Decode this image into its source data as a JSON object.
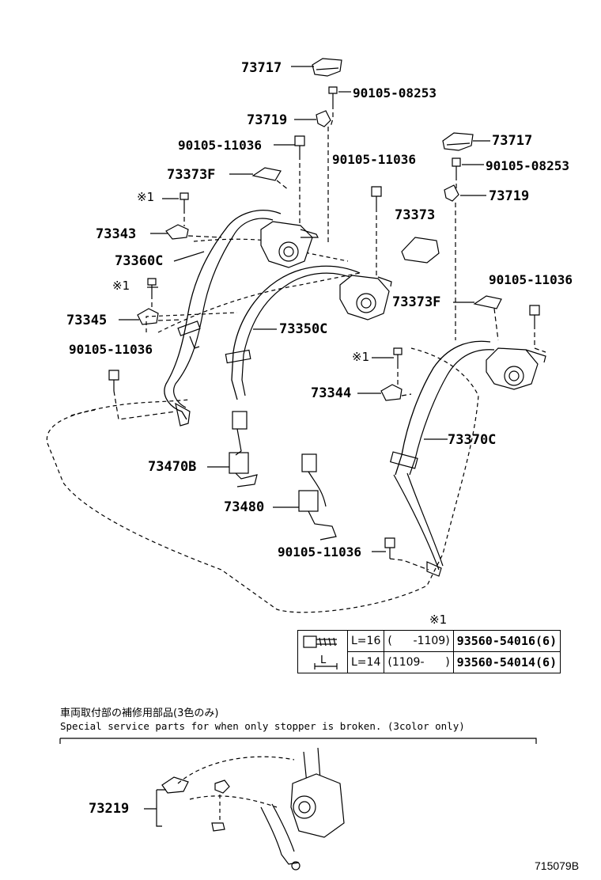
{
  "labels": {
    "l73717a": "73717",
    "l90105_08253a": "90105-08253",
    "l73719a": "73719",
    "l90105_11036a": "90105-11036",
    "l73717b": "73717",
    "l90105_11036b": "90105-11036",
    "l90105_08253b": "90105-08253",
    "l73373Fa": "73373F",
    "l73719b": "73719",
    "star1a": "※1",
    "l73373": "73373",
    "l73343": "73343",
    "l73360C": "73360C",
    "star1b": "※1",
    "l90105_11036c": "90105-11036",
    "l73373Fb": "73373F",
    "l73345": "73345",
    "l73350C": "73350C",
    "l90105_11036d": "90105-11036",
    "star1c": "※1",
    "l73344": "73344",
    "l73370C": "73370C",
    "l73470B": "73470B",
    "l73480": "73480",
    "l90105_11036e": "90105-11036",
    "l73219": "73219"
  },
  "table": {
    "marker": "※1",
    "dim_label": "L",
    "rows": [
      {
        "length": "L=16",
        "range": "(      -1109)",
        "part": "93560-54016(6)"
      },
      {
        "length": "L=14",
        "range": "(1109-      )",
        "part": "93560-54014(6)"
      }
    ]
  },
  "notes": {
    "japanese": "車両取付部の補修用部品(3色のみ)",
    "english": "Special service parts for when only stopper is broken. (3color only)"
  },
  "figure_ref": "715079B"
}
